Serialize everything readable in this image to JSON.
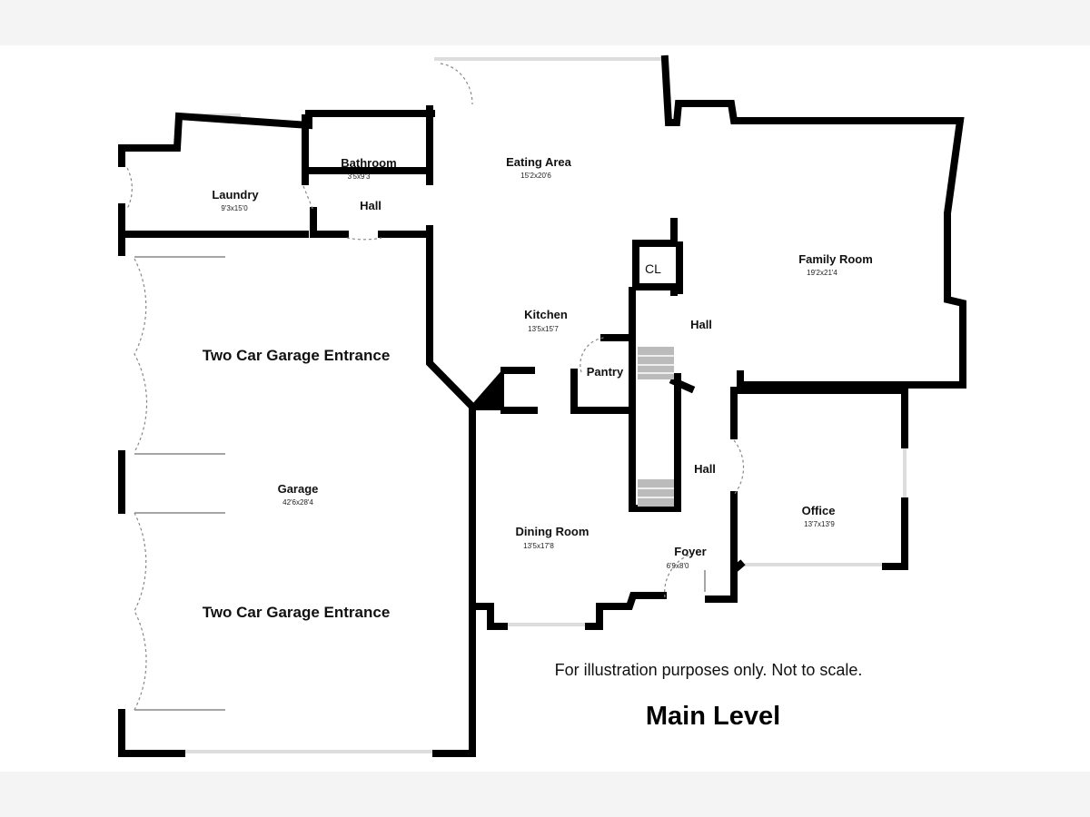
{
  "plan": {
    "title": "Main Level",
    "disclaimer": "For illustration purposes only. Not to scale.",
    "rooms": [
      {
        "id": "eating-area",
        "name": "Eating Area",
        "dims": "15'2x20'6"
      },
      {
        "id": "bathroom",
        "name": "Bathroom",
        "dims": "3'5x9'3"
      },
      {
        "id": "laundry",
        "name": "Laundry",
        "dims": "9'3x15'0"
      },
      {
        "id": "hall-upper-left",
        "name": "Hall",
        "dims": ""
      },
      {
        "id": "family-room",
        "name": "Family Room",
        "dims": "19'2x21'4"
      },
      {
        "id": "closet",
        "name": "CL",
        "dims": ""
      },
      {
        "id": "kitchen",
        "name": "Kitchen",
        "dims": "13'5x15'7"
      },
      {
        "id": "hall-center",
        "name": "Hall",
        "dims": ""
      },
      {
        "id": "pantry",
        "name": "Pantry",
        "dims": ""
      },
      {
        "id": "hall-lower",
        "name": "Hall",
        "dims": ""
      },
      {
        "id": "garage",
        "name": "Garage",
        "dims": "42'6x28'4"
      },
      {
        "id": "office",
        "name": "Office",
        "dims": "13'7x13'9"
      },
      {
        "id": "dining-room",
        "name": "Dining Room",
        "dims": "13'5x17'8"
      },
      {
        "id": "foyer",
        "name": "Foyer",
        "dims": "6'9x8'0"
      }
    ],
    "garage_entrances": [
      {
        "id": "upper",
        "label": "Two Car Garage Entrance"
      },
      {
        "id": "lower",
        "label": "Two Car Garage Entrance"
      }
    ]
  }
}
